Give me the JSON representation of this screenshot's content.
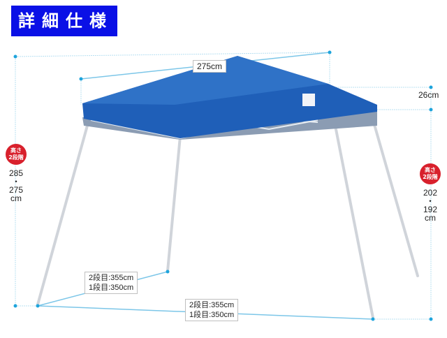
{
  "header": {
    "title": "詳細仕様",
    "bg_color": "#0a10e6"
  },
  "dimensions": {
    "top_width": "275cm",
    "canopy_height": "26cm",
    "left_height": {
      "badge_line1": "高さ",
      "badge_line2": "2段階",
      "value_high": "285",
      "dot": "・",
      "value_low": "275",
      "unit": "cm"
    },
    "right_height": {
      "badge_line1": "高さ",
      "badge_line2": "2段階",
      "value_high": "202",
      "dot": "・",
      "value_low": "192",
      "unit": "cm"
    },
    "depth": {
      "line1": "2段目:355cm",
      "line2": "1段目:350cm"
    },
    "width": {
      "line1": "2段目:355cm",
      "line2": "1段目:350cm"
    }
  },
  "colors": {
    "canopy": "#1f5fb8",
    "dimension_line": "#7cc6e8",
    "dimension_dot": "#1ea4dc",
    "badge": "#d8202c"
  }
}
